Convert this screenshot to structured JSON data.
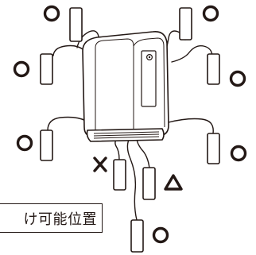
{
  "caption": {
    "text": "け可能位置"
  },
  "legend_marks": {
    "circle": "〇",
    "cross": "×",
    "triangle": "△"
  },
  "positions": [
    {
      "name": "top-left",
      "mark": "circle"
    },
    {
      "name": "top-right",
      "mark": "circle"
    },
    {
      "name": "upper-left",
      "mark": "circle"
    },
    {
      "name": "upper-right",
      "mark": "circle"
    },
    {
      "name": "lower-left",
      "mark": "circle"
    },
    {
      "name": "lower-right",
      "mark": "circle"
    },
    {
      "name": "bottom-left",
      "mark": "cross"
    },
    {
      "name": "bottom-center",
      "mark": "triangle"
    },
    {
      "name": "bottom-low",
      "mark": "circle"
    }
  ],
  "colors": {
    "line": "#231815",
    "background": "#ffffff"
  }
}
